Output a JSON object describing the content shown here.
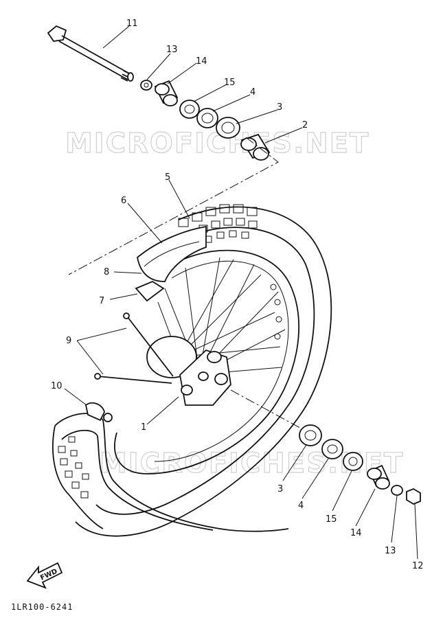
{
  "watermarks": [
    "MICROFICHES.NET",
    "MICROFICHES.NET"
  ],
  "diagram_code": "1LR100-6241",
  "direction_marker": "FWD",
  "callouts": {
    "c1": "1",
    "c2": "2",
    "c3a": "3",
    "c3b": "3",
    "c4a": "4",
    "c4b": "4",
    "c5": "5",
    "c6": "6",
    "c7": "7",
    "c8": "8",
    "c9": "9",
    "c10": "10",
    "c11": "11",
    "c12": "12",
    "c13a": "13",
    "c13b": "13",
    "c14a": "14",
    "c14b": "14",
    "c15a": "15",
    "c15b": "15"
  }
}
